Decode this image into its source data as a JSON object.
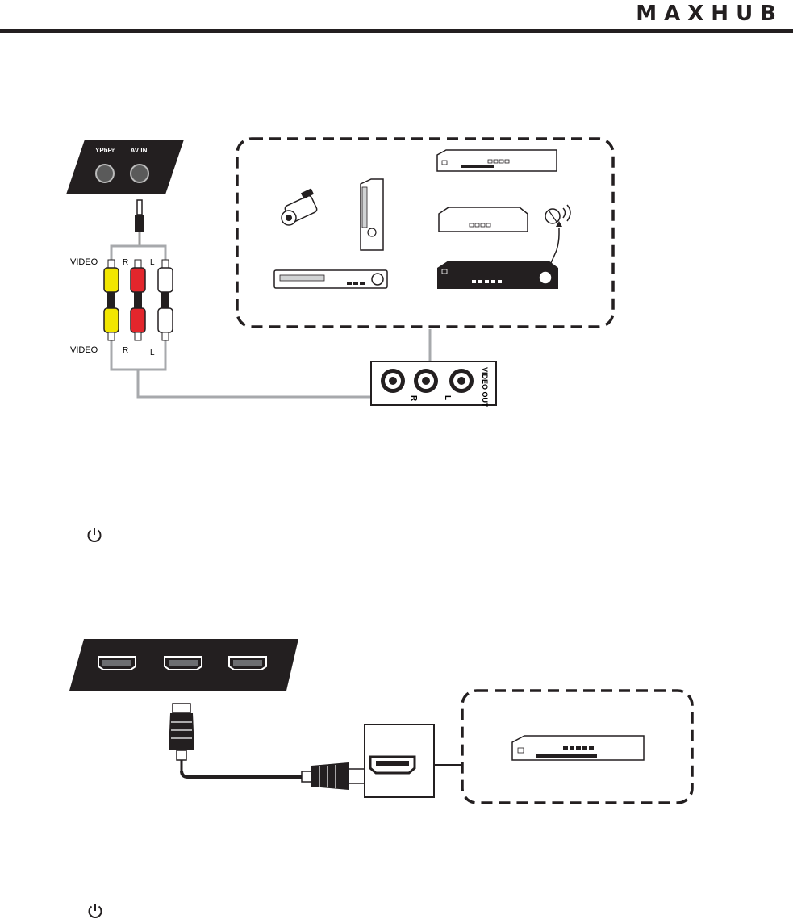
{
  "brand": {
    "logo": "MAXHUB"
  },
  "av_diagram": {
    "panel_labels": [
      "YPbPr",
      "AV IN"
    ],
    "cable_labels_top": {
      "video": "VIDEO",
      "r": "R",
      "l": "L"
    },
    "cable_labels_bottom": {
      "video": "VIDEO",
      "r": "R",
      "l": "L"
    },
    "device_jack_labels": {
      "r": "R",
      "l": "L",
      "out": "VIDEO OUT"
    }
  },
  "hdmi_diagram": {},
  "icons": [
    "power-icon",
    "power-icon"
  ]
}
